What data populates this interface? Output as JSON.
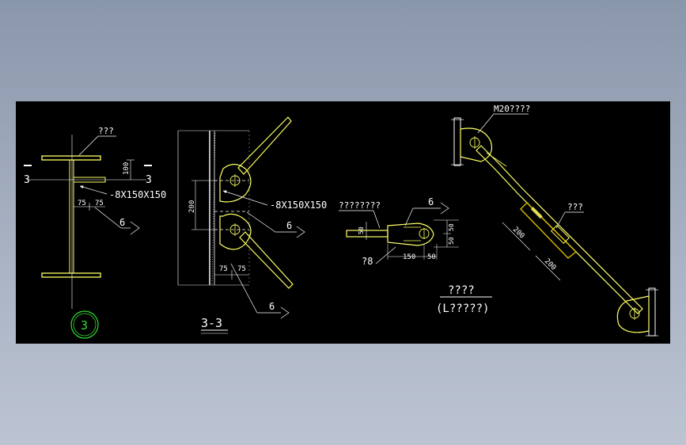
{
  "colors": {
    "background_top": "#8a97ab",
    "background_bottom": "#bcc4d2",
    "canvas": "#000000",
    "line_white": "#ffffff",
    "line_yellow": "#ffff66",
    "gold": "#e6c200",
    "gray": "#9a9a9a",
    "green": "#33dd33"
  },
  "detail_3": {
    "label_top": "???",
    "dim_100": "100",
    "plate_spec": "-8X150X150",
    "dim_75_left": "75",
    "dim_75_right": "75",
    "weld_size": "6",
    "section_mark_left": "3",
    "section_mark_right": "3",
    "callout_number": "3"
  },
  "section_3_3": {
    "plate_spec": "-8X150X150",
    "dim_200": "200",
    "dim_75_left": "75",
    "dim_75_right": "75",
    "weld_size_upper": "6",
    "weld_size_lower": "6",
    "title": "3-3"
  },
  "clevis_detail": {
    "label": "????????",
    "weld_size": "6",
    "dim_50_left": "50",
    "dim_150": "150",
    "dim_50_bottom": "50",
    "dim_50_right_upper": "50",
    "dim_50_right_lower": "50",
    "plate_label": "?8"
  },
  "tie_rod": {
    "bolt_label": "M20????",
    "turnbuckle_label": "???",
    "dim_200_upper": "200",
    "dim_200_lower": "200",
    "title": "????",
    "subtitle": "(L?????)"
  }
}
